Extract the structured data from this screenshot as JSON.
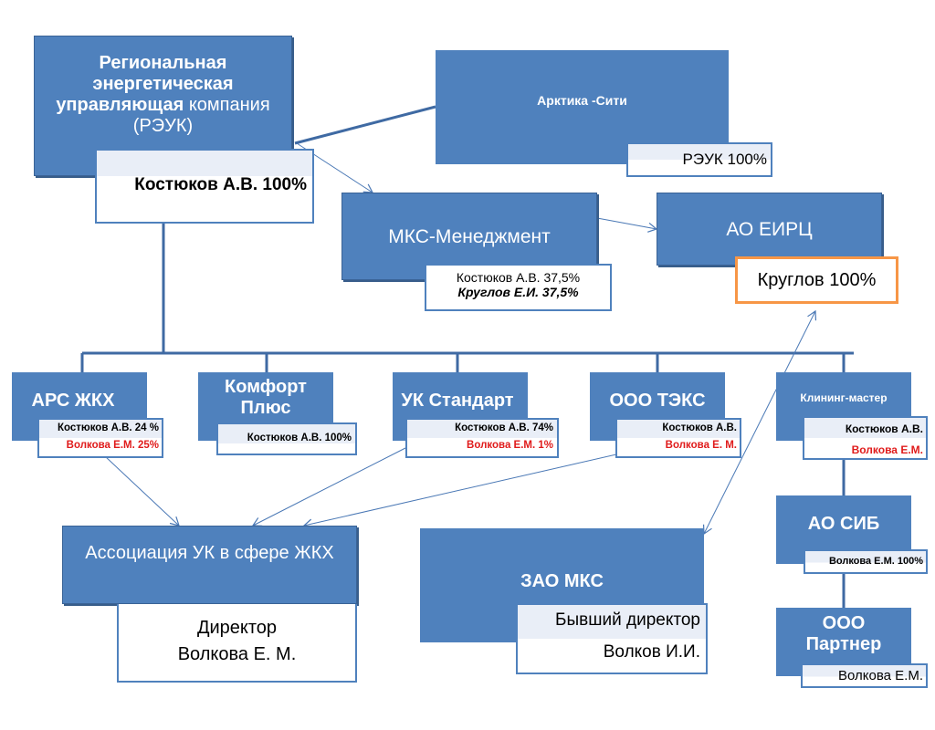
{
  "colors": {
    "node_fill": "#4f81bd",
    "node_border": "#385d8a",
    "highlight_border": "#f79646",
    "red_text": "#e01b1b"
  },
  "nodes": {
    "reuk": {
      "title_bold": "Региональная энергетическая управляющая",
      "title_normal": "компания (РЭУК)",
      "owner": "Костюков А.В. 100%"
    },
    "arktika": {
      "title": "Арктика -Сити",
      "owner": "РЭУК 100%"
    },
    "mks_management": {
      "title": "МКС-Менеджмент",
      "owners": [
        "Костюков А.В. 37,5%",
        "Круглов Е.И. 37,5%"
      ]
    },
    "ao_eirc": {
      "title": "АО ЕИРЦ",
      "owner": "Круглов 100%"
    },
    "ars_zhkh": {
      "title": "АРС ЖКХ",
      "owners": [
        "Костюков А.В. 24 %",
        "Волкова Е.М. 25%"
      ]
    },
    "komfort_plus": {
      "title": "Комфорт Плюс",
      "owner": "Костюков А.В. 100%"
    },
    "uk_standart": {
      "title": "УК Стандарт",
      "owners": [
        "Костюков А.В. 74%",
        "Волкова Е.М. 1%"
      ]
    },
    "ooo_teks": {
      "title": "ООО ТЭКС",
      "owners": [
        "Костюков А.В.",
        "Волкова Е. М."
      ]
    },
    "klining_master": {
      "title": "Клининг-мастер",
      "owners": [
        "Костюков А.В.",
        "Волкова Е.М."
      ]
    },
    "ao_sib": {
      "title": "АО СИБ",
      "owner": "Волкова Е.М. 100%"
    },
    "ooo_partner": {
      "title": "ООО Партнер",
      "owner": "Волкова Е.М."
    },
    "association": {
      "title": "Ассоциация УК в сфере ЖКХ",
      "lines": [
        "Директор",
        "Волкова Е. М."
      ]
    },
    "zao_mks": {
      "title": "ЗАО МКС",
      "lines": [
        "Бывший директор",
        "Волков И.И."
      ]
    }
  }
}
